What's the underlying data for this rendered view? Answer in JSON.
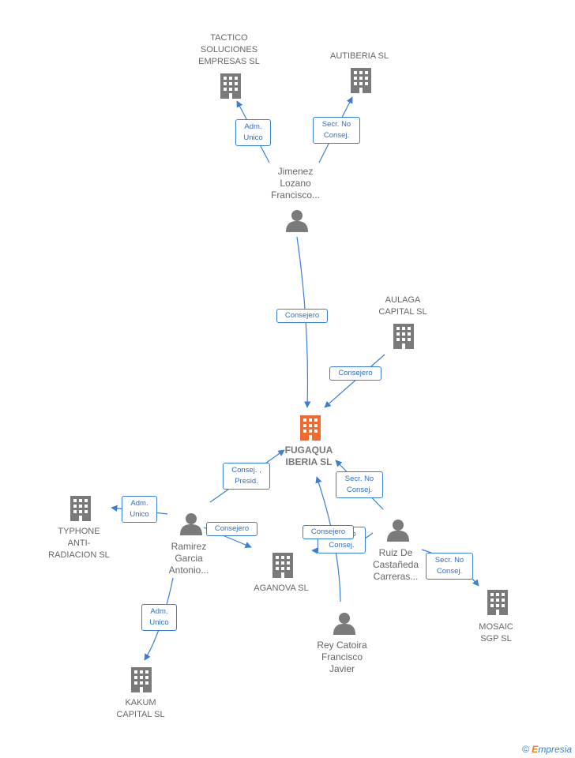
{
  "colors": {
    "edge": "#3a7fd5",
    "node_gray": "#7a7a7a",
    "node_main": "#f26a2e"
  },
  "nodes": {
    "tactico": {
      "label": "TACTICO\nSOLUCIONES\nEMPRESAS  SL",
      "icon": "building-icon"
    },
    "autiberia": {
      "label": "AUTIBERIA SL",
      "icon": "building-icon"
    },
    "jimenez": {
      "label": "Jimenez\nLozano\nFrancisco...",
      "icon": "person-icon"
    },
    "aulaga": {
      "label": "AULAGA\nCAPITAL  SL",
      "icon": "building-icon"
    },
    "fugaqua": {
      "label": "FUGAQUA\nIBERIA  SL",
      "icon": "building-icon"
    },
    "typhone": {
      "label": "TYPHONE\nANTI-\nRADIACION SL",
      "icon": "building-icon"
    },
    "ramirez": {
      "label": "Ramirez\nGarcia\nAntonio...",
      "icon": "person-icon"
    },
    "aganova": {
      "label": "AGANOVA  SL",
      "icon": "building-icon"
    },
    "ruiz": {
      "label": "Ruiz De\nCastañeda\nCarreras...",
      "icon": "person-icon"
    },
    "mosaic": {
      "label": "MOSAIC\nSGP  SL",
      "icon": "building-icon"
    },
    "rey": {
      "label": "Rey Catoira\nFrancisco\nJavier",
      "icon": "person-icon"
    },
    "kakum": {
      "label": "KAKUM\nCAPITAL  SL",
      "icon": "building-icon"
    }
  },
  "edges": {
    "jimenez_tactico": "Adm.\nUnico",
    "jimenez_autiberia": "Secr.  No\nConsej.",
    "jimenez_fugaqua": "Consejero",
    "aulaga_fugaqua": "Consejero",
    "ramirez_fugaqua": "Consej. ,\nPresid.",
    "ramirez_typhone": "Adm.\nUnico",
    "ramirez_aganova": "Consejero",
    "ruiz_fugaqua": "Secr.  No\nConsej.",
    "ruiz_aganova": "Secr.  No\nConsej.",
    "ruiz_mosaic": "Secr.  No\nConsej.",
    "rey_fugaqua": "Consejero",
    "ramirez_kakum": "Adm.\nUnico"
  },
  "footer": {
    "copyright": "©",
    "brand_first": "E",
    "brand_rest": "mpresia"
  }
}
